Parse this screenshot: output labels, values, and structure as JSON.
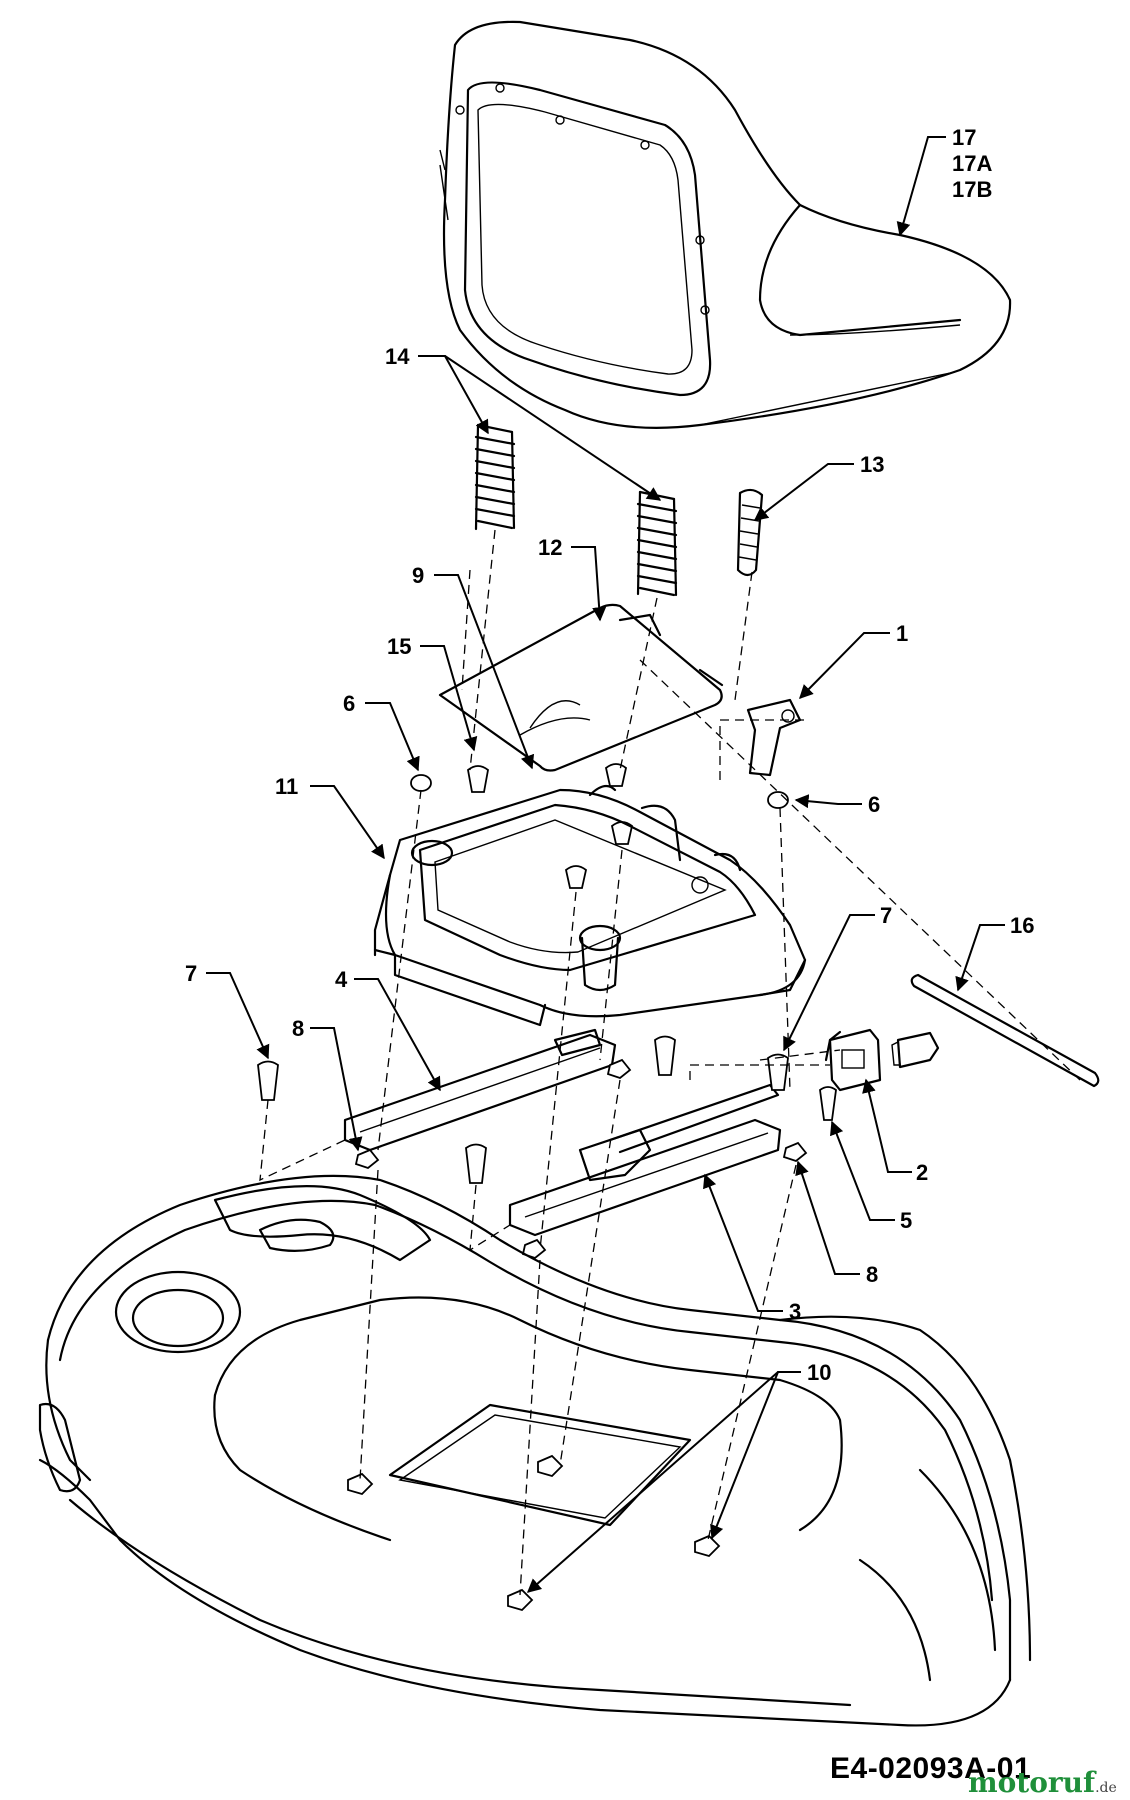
{
  "diagram": {
    "drawing_code": "E4-02093A-01",
    "watermark": {
      "brand": "motoruf",
      "tld": ".de"
    },
    "callouts": {
      "c1": "1",
      "c2": "2",
      "c3": "3",
      "c4": "4",
      "c5": "5",
      "c6a": "6",
      "c6b": "6",
      "c7a": "7",
      "c7b": "7",
      "c8a": "8",
      "c8b": "8",
      "c9": "9",
      "c10": "10",
      "c11": "11",
      "c12": "12",
      "c13": "13",
      "c14": "14",
      "c15": "15",
      "c16": "16",
      "c17": "17",
      "c17a": "17A",
      "c17b": "17B"
    }
  }
}
